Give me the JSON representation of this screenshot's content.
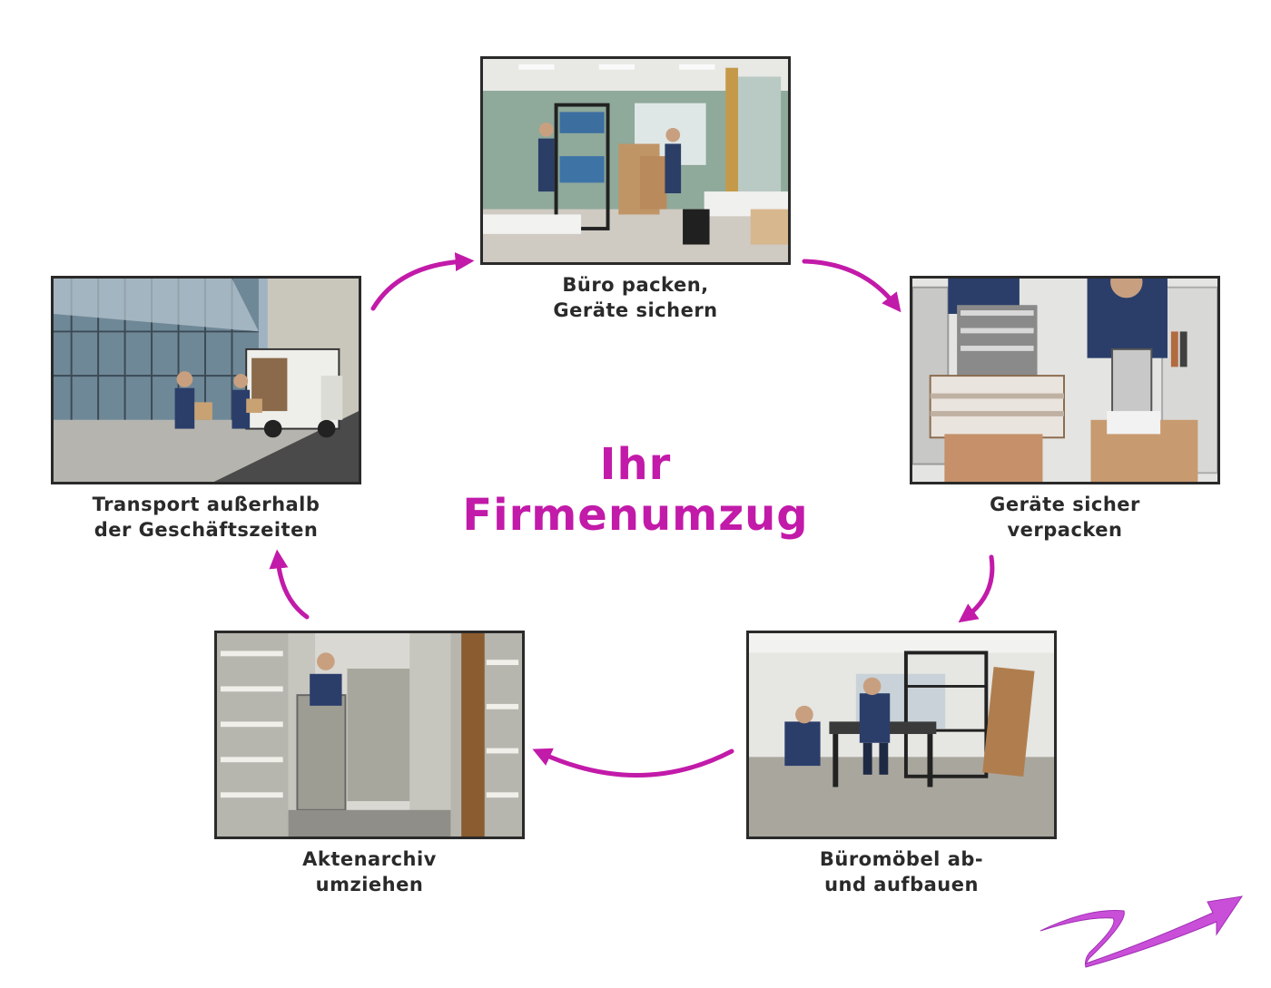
{
  "title": {
    "line1": "Ihr",
    "line2": "Firmenumzug"
  },
  "steps": [
    {
      "line1": "Büro packen,",
      "line2": "Geräte sichern",
      "image": "office-packing-photo"
    },
    {
      "line1": "Geräte sicher",
      "line2": "verpacken",
      "image": "device-wrapping-photo"
    },
    {
      "line1": "Büromöbel ab-",
      "line2": "und aufbauen",
      "image": "furniture-assembly-photo"
    },
    {
      "line1": "Aktenarchiv",
      "line2": "umziehen",
      "image": "file-archive-photo"
    },
    {
      "line1": "Transport außerhalb",
      "line2": "der Geschäftszeiten",
      "image": "truck-transport-photo"
    }
  ],
  "colors": {
    "accent": "#c21aa9",
    "text": "#2a2a2a",
    "frame": "#2a2a2a",
    "logo_arrow": "#c94fd8"
  },
  "icons": {
    "cycle_arrow": "curved-arrow-icon",
    "logo": "zigzag-arrow-logo"
  }
}
